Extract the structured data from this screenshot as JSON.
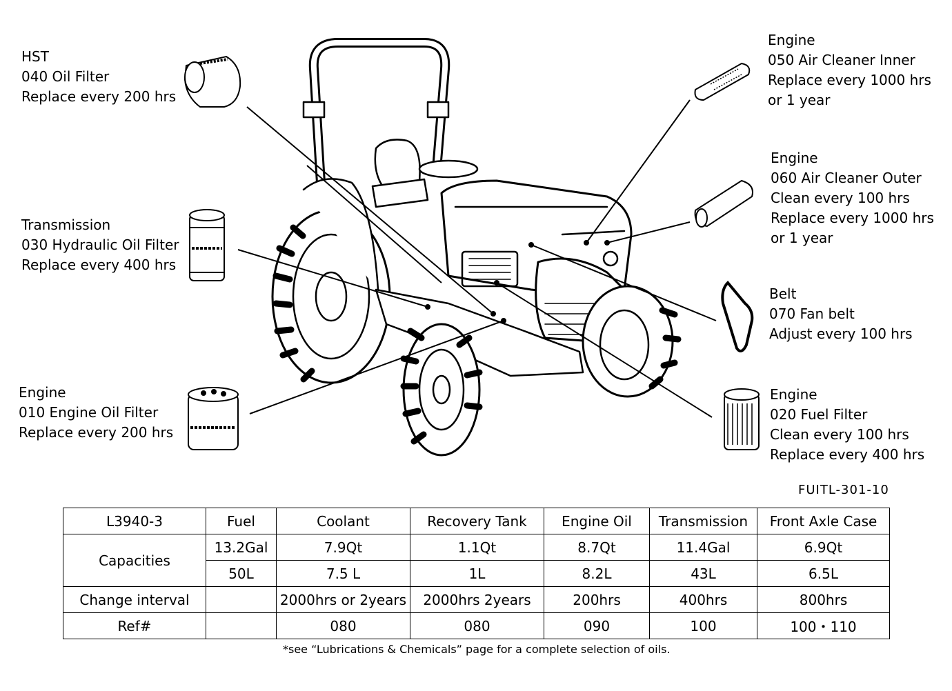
{
  "callouts": [
    {
      "id": "hst-oil-filter",
      "lines": [
        "HST",
        "040  Oil  Filter",
        "Replace  every  200  hrs"
      ]
    },
    {
      "id": "transmission-hydraulic-filter",
      "lines": [
        "Transmission",
        "030  Hydraulic  Oil  Filter",
        "Replace  every  400  hrs"
      ]
    },
    {
      "id": "engine-oil-filter",
      "lines": [
        "Engine",
        "010  Engine  Oil  Filter",
        "Replace  every  200  hrs"
      ]
    },
    {
      "id": "engine-air-cleaner-inner",
      "lines": [
        "Engine",
        "050  Air  Cleaner  Inner",
        "Replace  every  1000  hrs",
        "or  1  year"
      ]
    },
    {
      "id": "engine-air-cleaner-outer",
      "lines": [
        "Engine",
        "060  Air  Cleaner  Outer",
        "Clean  every  100  hrs",
        "Replace  every  1000  hrs",
        "or  1  year"
      ]
    },
    {
      "id": "belt-fan-belt",
      "lines": [
        "Belt",
        "070  Fan  belt",
        "Adjust  every  100  hrs"
      ]
    },
    {
      "id": "engine-fuel-filter",
      "lines": [
        "Engine",
        "020  Fuel  Filter",
        "Clean  every  100  hrs",
        "Replace  every  400  hrs"
      ]
    }
  ],
  "figure_code": "FUITL-301-10",
  "table": {
    "model": "L3940-3",
    "headers": [
      "Fuel",
      "Coolant",
      "Recovery  Tank",
      "Engine  Oil",
      "Transmission",
      "Front  Axle  Case"
    ],
    "capacities_label": "Capacities",
    "capacities_us": [
      "13.2Gal",
      "7.9Qt",
      "1.1Qt",
      "8.7Qt",
      "11.4Gal",
      "6.9Qt"
    ],
    "capacities_metric": [
      "50L",
      "7.5  L",
      "1L",
      "8.2L",
      "43L",
      "6.5L"
    ],
    "interval_label": "Change  interval",
    "intervals": [
      "",
      "2000hrs  or  2years",
      "2000hrs  2years",
      "200hrs",
      "400hrs",
      "800hrs"
    ],
    "ref_label": "Ref#",
    "refs": [
      "",
      "080",
      "080",
      "090",
      "100",
      "100・110"
    ]
  },
  "footnote": "*see “Lubrications & Chemicals” page for a complete selection of oils."
}
